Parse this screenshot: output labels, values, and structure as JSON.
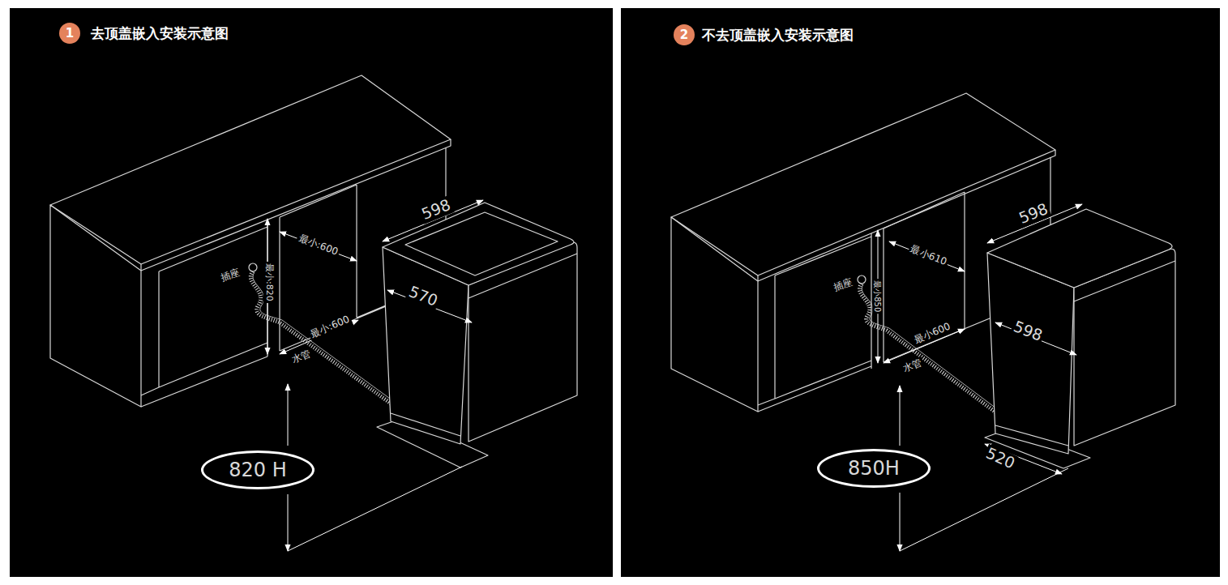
{
  "diagram": {
    "nodes": [
      {
        "text": [
          "去顶盖嵌入安装示意图"
        ]
      },
      {
        "text": [
          "1"
        ],
        "in": 0
      },
      {
        "text": [
          "820 H"
        ],
        "in": 0
      },
      {
        "text": [
          "不去顶盖嵌入安装示意图"
        ]
      },
      {
        "text": [
          "2"
        ],
        "in": 3
      },
      {
        "text": [
          "850H"
        ],
        "in": 3
      }
    ],
    "labels": [
      "598",
      "最小:600",
      "插座",
      "最小:820",
      "570",
      "最小:600",
      "水管",
      "598",
      "最小610",
      "插座",
      "最小850",
      "598",
      "最小600",
      "水管",
      "520"
    ]
  }
}
